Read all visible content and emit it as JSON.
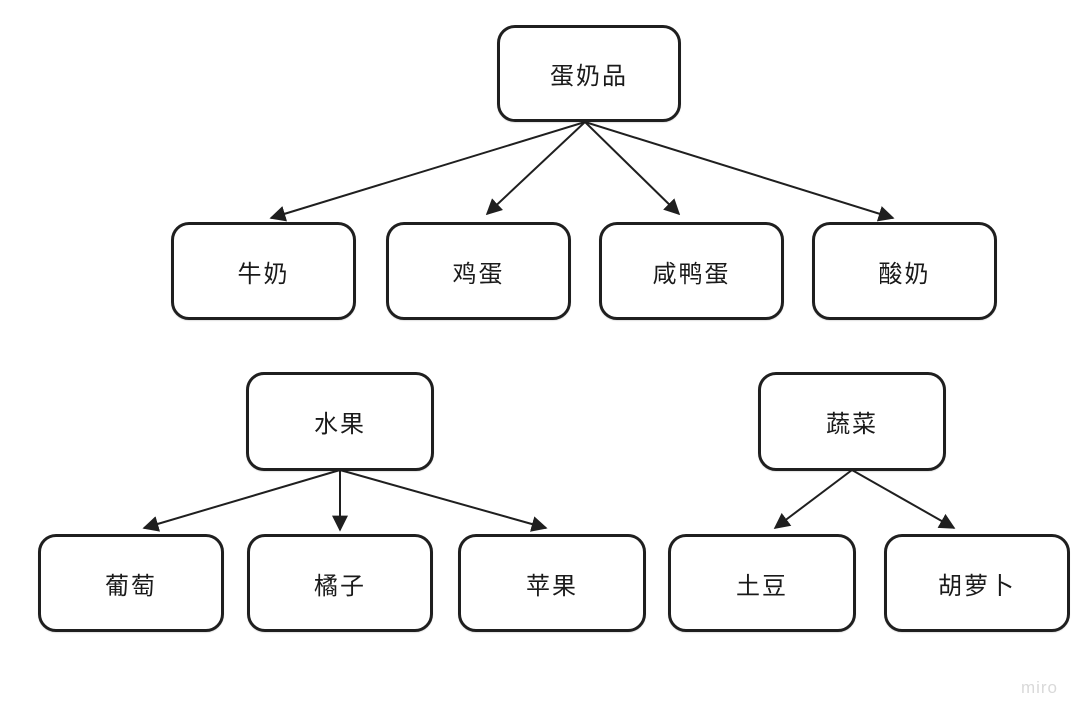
{
  "canvas": {
    "watermark": "miro"
  },
  "style": {
    "background": "#ffffff",
    "node_fill": "#ffffff",
    "node_border_color": "#1f1f1f",
    "text_color": "#1a1a1a",
    "arrow_color": "#1f1f1f",
    "watermark_color": "#d9d9d9"
  },
  "trees": [
    {
      "root": {
        "label": "蛋奶品"
      },
      "children": [
        {
          "label": "牛奶"
        },
        {
          "label": "鸡蛋"
        },
        {
          "label": "咸鸭蛋"
        },
        {
          "label": "酸奶"
        }
      ]
    },
    {
      "root": {
        "label": "水果"
      },
      "children": [
        {
          "label": "葡萄"
        },
        {
          "label": "橘子"
        },
        {
          "label": "苹果"
        }
      ]
    },
    {
      "root": {
        "label": "蔬菜"
      },
      "children": [
        {
          "label": "土豆"
        },
        {
          "label": "胡萝卜"
        }
      ]
    }
  ]
}
